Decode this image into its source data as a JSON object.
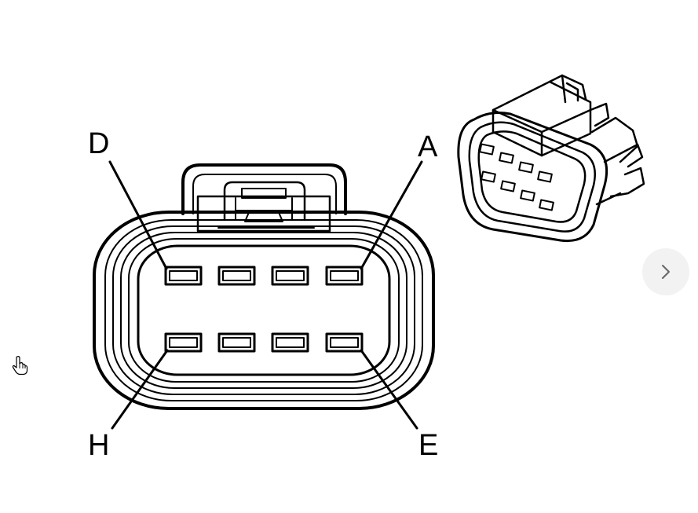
{
  "diagram": {
    "pin_labels": {
      "top_left": "D",
      "top_right": "A",
      "bottom_left": "H",
      "bottom_right": "E"
    },
    "line_color": "#000000",
    "background_color": "#ffffff"
  },
  "controls": {
    "next_icon": "chevron-right-icon",
    "next_button_color": "#f2f2f2",
    "cursor_icon": "hand-pointer-icon"
  }
}
